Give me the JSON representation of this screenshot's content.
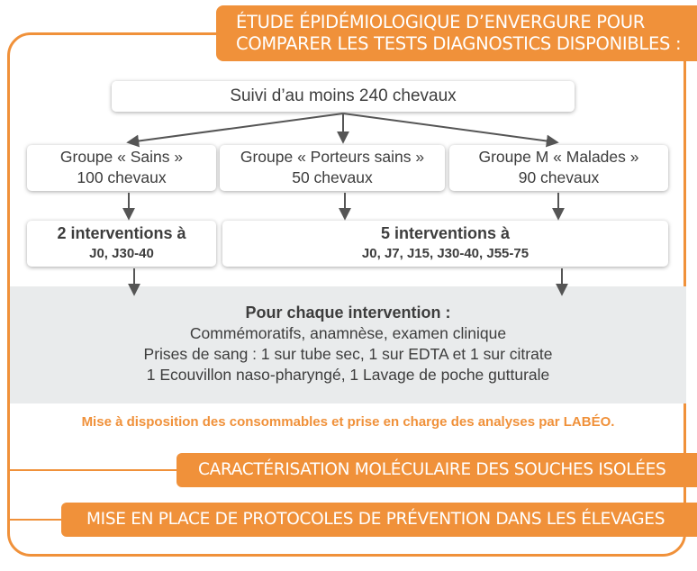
{
  "header": {
    "line1": "ÉTUDE ÉPIDÉMIOLOGIQUE D’ENVERGURE POUR",
    "line2": "COMPARER LES TESTS DIAGNOSTICS DISPONIBLES :"
  },
  "top_box": {
    "text": "Suivi d’au moins 240 chevaux"
  },
  "groups": [
    {
      "name": "Groupe « Sains »",
      "count": "100 chevaux"
    },
    {
      "name": "Groupe « Porteurs sains »",
      "count": "50 chevaux"
    },
    {
      "name": "Groupe M « Malades »",
      "count": "90 chevaux"
    }
  ],
  "interventions": [
    {
      "title": "2 interventions à",
      "days": "J0, J30-40"
    },
    {
      "title": "5 interventions à",
      "days": "J0, J7, J15, J30-40, J55-75"
    }
  ],
  "panel": {
    "heading": "Pour chaque intervention :",
    "lines": [
      "Commémoratifs, anamnèse, examen clinique",
      "Prises de sang : 1 sur tube sec, 1 sur EDTA et 1 sur citrate",
      "1 Ecouvillon naso-pharyngé, 1 Lavage de poche gutturale"
    ]
  },
  "note": "Mise à disposition des consommables et prise en charge des analyses par LABÉO.",
  "band_middle": "CARACTÉRISATION MOLÉCULAIRE DES SOUCHES ISOLÉES",
  "band_bottom": "MISE EN PLACE DE PROTOCOLES DE PRÉVENTION DANS LES ÉLEVAGES",
  "colors": {
    "accent": "#f0913a",
    "panel": "#e9ebec",
    "text": "#3d3d3d",
    "arrow": "#555555"
  }
}
